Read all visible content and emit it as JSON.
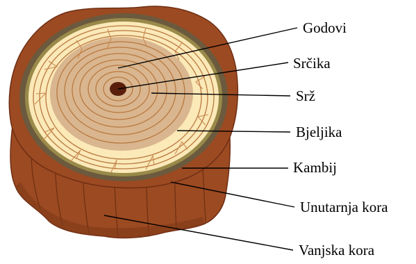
{
  "labels": {
    "godovi": "Godovi",
    "srcika": "Srčika",
    "srz": "Srž",
    "bjeljika": "Bjeljika",
    "kambij": "Kambij",
    "unutarnja_kora": "Unutarnja kora",
    "vanjska_kora": "Vanjska kora"
  },
  "colors": {
    "outer_bark": "#9c4a22",
    "outer_bark_dark": "#6e2e13",
    "inner_bark": "#6b5a3e",
    "cambium": "#9a8a4a",
    "sapwood": "#fbe9b8",
    "heartwood": "#d9b68f",
    "pith": "#5a1f0c",
    "leader_line": "#000000"
  }
}
